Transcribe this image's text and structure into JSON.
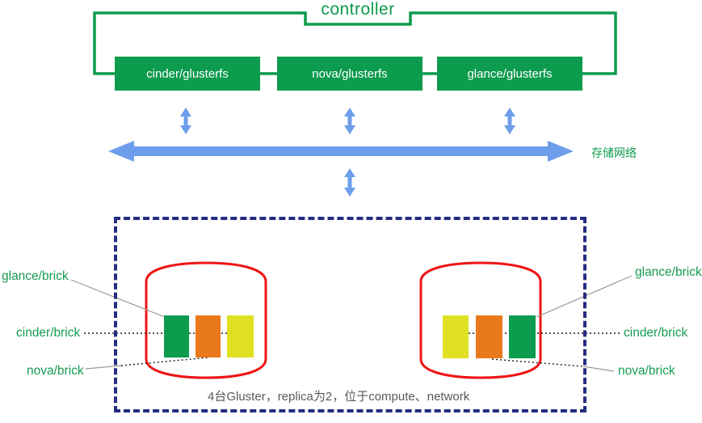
{
  "controller": {
    "label": "controller"
  },
  "services": [
    {
      "label": "cinder/glusterfs"
    },
    {
      "label": "nova/glusterfs"
    },
    {
      "label": "glance/glusterfs"
    }
  ],
  "storage_network": {
    "label": "存储网络"
  },
  "gluster_box": {
    "caption": "4台Gluster，replica为2，位于compute、network",
    "left_labels": [
      "glance/brick",
      "cinder/brick",
      "nova/brick"
    ],
    "right_labels": [
      "glance/brick",
      "cinder/brick",
      "nova/brick"
    ],
    "nodes": [
      {
        "side": "left",
        "bricks": [
          {
            "name": "glance/brick",
            "color": "#0d9b4d"
          },
          {
            "name": "nova/brick",
            "color": "#e87a1c"
          },
          {
            "name": "cinder/brick",
            "color": "#dfe021"
          }
        ]
      },
      {
        "side": "right",
        "bricks": [
          {
            "name": "cinder/brick",
            "color": "#dfe021"
          },
          {
            "name": "nova/brick",
            "color": "#e87a1c"
          },
          {
            "name": "glance/brick",
            "color": "#0d9b4d"
          }
        ]
      }
    ]
  },
  "colors": {
    "green": "#0d9b4d",
    "blue_arrow": "#6d9eeb",
    "navy_dash": "#232d82",
    "red_cylinder": "#ee1515",
    "orange": "#e87a1c",
    "yellow": "#dfe021",
    "caption_gray": "#595959"
  }
}
